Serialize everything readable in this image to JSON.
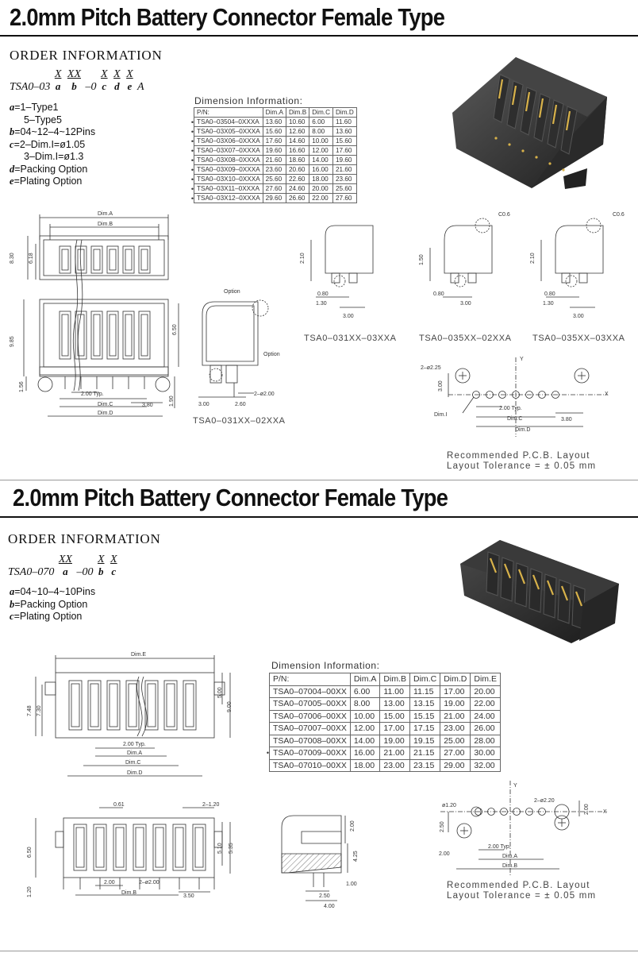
{
  "section1": {
    "title": "2.0mm Pitch Battery Connector Female Type",
    "order_heading": "ORDER  INFORMATION",
    "pn_prefix": "TSA0–03",
    "pn_dash": "–0",
    "pn_suffix": "A",
    "pn_codes": [
      {
        "letter": "X",
        "sub": "a"
      },
      {
        "letter": "XX",
        "sub": "b"
      },
      {
        "letter": "X",
        "sub": "c"
      },
      {
        "letter": "X",
        "sub": "d"
      },
      {
        "letter": "X",
        "sub": "e"
      }
    ],
    "options": [
      {
        "key": "a",
        "text": "=1–Type1"
      },
      {
        "key": "",
        "text": "5–Type5"
      },
      {
        "key": "b",
        "text": "=04~12–4~12Pins"
      },
      {
        "key": "c",
        "text": "=2–Dim.I=ø1.05"
      },
      {
        "key": "",
        "text": "3–Dim.I=ø1.3"
      },
      {
        "key": "d",
        "text": "=Packing  Option"
      },
      {
        "key": "e",
        "text": "=Plating  Option"
      }
    ],
    "dim_caption": "Dimension  Information:",
    "table": {
      "header": [
        "P/N:",
        "Dim.A",
        "Dim.B",
        "Dim.C",
        "Dim.D"
      ],
      "rows": [
        [
          "TSA0–03504–0XXXA",
          "13.60",
          "10.60",
          "6.00",
          "11.60"
        ],
        [
          "TSA0–03X05–0XXXA",
          "15.60",
          "12.60",
          "8.00",
          "13.60"
        ],
        [
          "TSA0–03X06–0XXXA",
          "17.60",
          "14.60",
          "10.00",
          "15.60"
        ],
        [
          "TSA0–03X07–0XXXA",
          "19.60",
          "16.60",
          "12.00",
          "17.60"
        ],
        [
          "TSA0–03X08–0XXXA",
          "21.60",
          "18.60",
          "14.00",
          "19.60"
        ],
        [
          "TSA0–03X09–0XXXA",
          "23.60",
          "20.60",
          "16.00",
          "21.60"
        ],
        [
          "TSA0–03X10–0XXXA",
          "25.60",
          "22.60",
          "18.00",
          "23.60"
        ],
        [
          "TSA0–03X11–0XXXA",
          "27.60",
          "24.60",
          "20.00",
          "25.60"
        ],
        [
          "TSA0–03X12–0XXXA",
          "29.60",
          "26.60",
          "22.00",
          "27.60"
        ]
      ]
    },
    "drawing_labels": {
      "dimA": "Dim.A",
      "dimB": "Dim.B",
      "dimC": "Dim.C",
      "dimD": "Dim.D",
      "dimI": "Dim.I",
      "d830": "8.30",
      "d618": "6.18",
      "d985": "9.85",
      "d650": "6.50",
      "d156": "1.56",
      "d190": "1.90",
      "d200typ": "2.00 Typ.",
      "d380": "3.80",
      "option": "Option",
      "d300": "3.00",
      "d260": "2.60",
      "d2phi2": "2–ø2.00",
      "d210": "2.10",
      "d080": "0.80",
      "d130": "1.30",
      "d150": "1.50",
      "c06": "C0.6",
      "d2phi225": "2–ø2.25",
      "x": "X",
      "y": "Y"
    },
    "captions": [
      "TSA0–031XX–02XXA",
      "TSA0–031XX–03XXA",
      "TSA0–035XX–02XXA",
      "TSA0–035XX–03XXA"
    ],
    "pcb_note": [
      "Recommended    P.C.B.  Layout",
      "Layout  Tolerance  =  ±  0.05  mm"
    ]
  },
  "section2": {
    "title": "2.0mm Pitch Battery Connector Female Type",
    "order_heading": "ORDER  INFORMATION",
    "pn_prefix": "TSA0–070",
    "pn_dash": "–00",
    "pn_codes": [
      {
        "letter": "XX",
        "sub": "a"
      },
      {
        "letter": "X",
        "sub": "b"
      },
      {
        "letter": "X",
        "sub": "c"
      }
    ],
    "options": [
      {
        "key": "a",
        "text": "=04~10–4~10Pins"
      },
      {
        "key": "b",
        "text": "=Packing  Option"
      },
      {
        "key": "c",
        "text": "=Plating  Option"
      }
    ],
    "dim_caption": "Dimension  Information:",
    "table": {
      "header": [
        "P/N:",
        "Dim.A",
        "Dim.B",
        "Dim.C",
        "Dim.D",
        "Dim.E"
      ],
      "rows": [
        [
          "TSA0–07004–00XX",
          "6.00",
          "11.00",
          "11.15",
          "17.00",
          "20.00"
        ],
        [
          "TSA0–07005–00XX",
          "8.00",
          "13.00",
          "13.15",
          "19.00",
          "22.00"
        ],
        [
          "TSA0–07006–00XX",
          "10.00",
          "15.00",
          "15.15",
          "21.00",
          "24.00"
        ],
        [
          "TSA0–07007–00XX",
          "12.00",
          "17.00",
          "17.15",
          "23.00",
          "26.00"
        ],
        [
          "TSA0–07008–00XX",
          "14.00",
          "19.00",
          "19.15",
          "25.00",
          "28.00"
        ],
        [
          "TSA0–07009–00XX",
          "16.00",
          "21.00",
          "21.15",
          "27.00",
          "30.00"
        ],
        [
          "TSA0–07010–00XX",
          "18.00",
          "23.00",
          "23.15",
          "29.00",
          "32.00"
        ]
      ]
    },
    "drawing_labels": {
      "dimA": "Dim.A",
      "dimB": "Dim.B",
      "dimC": "Dim.C",
      "dimD": "Dim.D",
      "dimE": "Dim.E",
      "d748": "7.48",
      "d730": "7.30",
      "d500": "5.00",
      "d900": "9.00",
      "d200typ": "2.00 Typ.",
      "d061": "0.61",
      "d2x120": "2–1.20",
      "d650": "6.50",
      "d510": "5.10",
      "d535": "5.35",
      "d120": "1.20",
      "d200": "2.00",
      "d2phi2": "2–ø2.00",
      "d350": "3.50",
      "d425": "4.25",
      "d250": "2.50",
      "d400": "4.00",
      "d100": "1.00",
      "phi120": "ø1.20",
      "d2phi220": "2–ø2.20",
      "x": "X",
      "y": "Y"
    },
    "pcb_note": [
      "Recommended    P.C.B.  Layout",
      "Layout  Tolerance  =  ±  0.05  mm"
    ]
  }
}
